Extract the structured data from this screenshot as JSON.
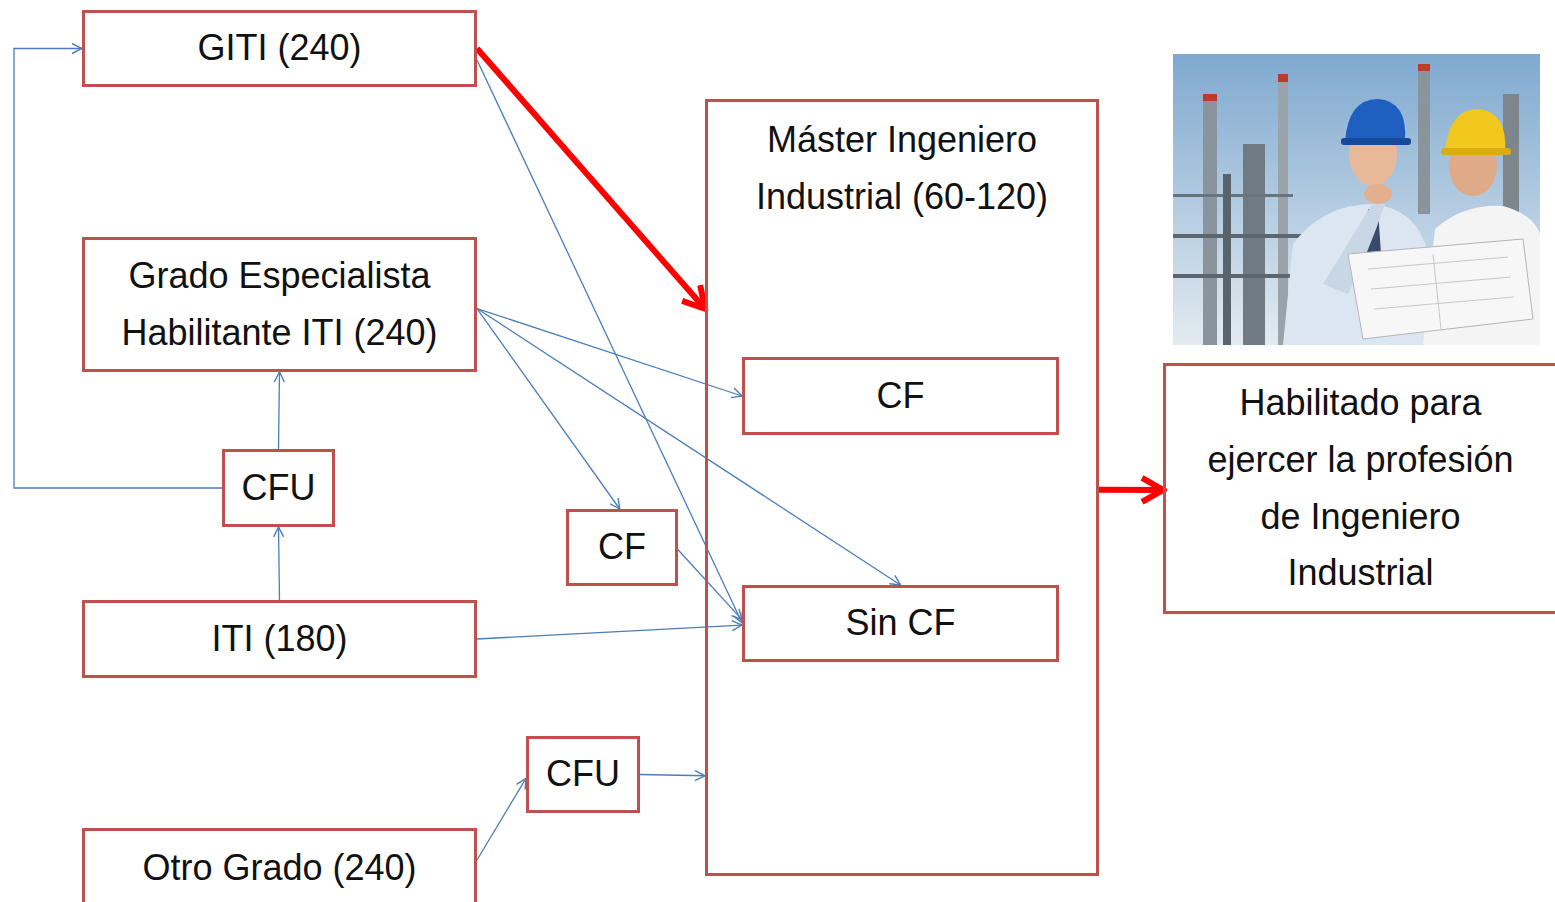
{
  "diagram": {
    "nodes": [
      {
        "text": [
          "GITI (240)"
        ]
      },
      {
        "text": [
          "Grado Especialista Habilitante ITI (240)"
        ]
      },
      {
        "text": [
          "CFU"
        ]
      },
      {
        "text": [
          "CF"
        ]
      },
      {
        "text": [
          "ITI (180)"
        ]
      },
      {
        "text": [
          "CFU"
        ]
      },
      {
        "text": [
          "Otro Grado (240)"
        ]
      },
      {
        "text": [
          "Máster Ingeniero Industrial (60-120)"
        ]
      },
      {
        "text": [
          "CF"
        ],
        "in": 7
      },
      {
        "text": [
          "Sin CF"
        ],
        "in": 7
      },
      {
        "text": [
          "Habilitado para ejercer la profesión de Ingeniero Industrial"
        ]
      }
    ],
    "edges": [
      {
        "from": 0,
        "to": 7,
        "arrow": "to"
      },
      {
        "from": 0,
        "to": 9,
        "arrow": "to"
      },
      {
        "from": 1,
        "to": 8,
        "arrow": "to"
      },
      {
        "from": 1,
        "to": 9,
        "arrow": "to"
      },
      {
        "from": 1,
        "to": 3,
        "arrow": "to"
      },
      {
        "from": 3,
        "to": 9,
        "arrow": "to"
      },
      {
        "from": 4,
        "to": 9,
        "arrow": "to"
      },
      {
        "from": 4,
        "to": 2,
        "arrow": "to"
      },
      {
        "from": 2,
        "to": 1,
        "arrow": "to"
      },
      {
        "from": 2,
        "to": 0,
        "arrow": "to"
      },
      {
        "from": 6,
        "to": 5,
        "arrow": "to"
      },
      {
        "from": 5,
        "to": 7,
        "arrow": "to"
      },
      {
        "from": 7,
        "to": 10,
        "arrow": "to"
      }
    ]
  }
}
